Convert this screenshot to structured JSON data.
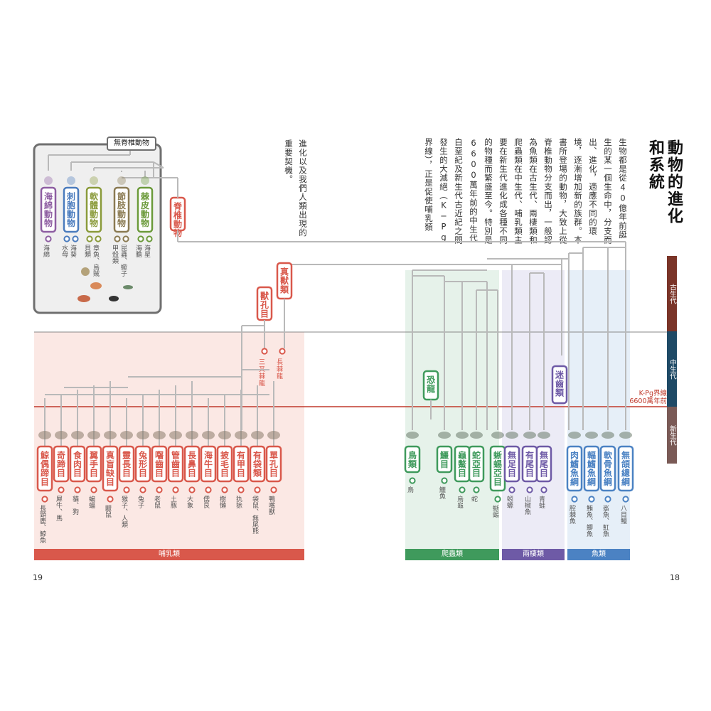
{
  "title": "動物的進化和系統",
  "intro": "生物都是從40億年前誕生的某一個生命中，分支而出、進化，適應不同的環境，逐漸增加新的族群。本書所登場的動物，大致上從脊椎動物分支而出，一般認為魚類在古生代、兩棲類和爬蟲類在中生代、哺乳類主要在新生代進化成各種不同的物種而繁盛至今。特別是6600萬年前的中生代白堊紀及新生代古近紀之間發生的大滅絕（K−Pg界線），正是促使哺乳類",
  "intro_end": "進化以及我們人類出現的重要契機。",
  "invertebrates": {
    "header": "無脊椎動物",
    "groups": [
      {
        "label": "海綿動物",
        "examples": [
          "海綿"
        ],
        "color": "#8e5ea2"
      },
      {
        "label": "刺胞動物",
        "examples": [
          "水母",
          "海葵"
        ],
        "color": "#4a7bbd"
      },
      {
        "label": "軟體動物",
        "examples": [
          "貝類",
          "章魚、烏賊"
        ],
        "color": "#8a9a3a"
      },
      {
        "label": "節肢動物",
        "examples": [
          "甲殼類",
          "昆蟲、蠍子"
        ],
        "color": "#8a7a52"
      },
      {
        "label": "棘皮動物",
        "examples": [
          "海膽",
          "海星"
        ],
        "color": "#6b9a3a"
      }
    ]
  },
  "vertebrates_label": "脊椎動物",
  "eras": {
    "paleozoic": {
      "label": "古生代",
      "color": "#7a3428"
    },
    "mesozoic": {
      "label": "中生代",
      "color": "#1f4a66"
    },
    "cenozoic": {
      "label": "新生代",
      "color": "#7a5a56"
    }
  },
  "kpg": {
    "label": "K-Pg界線",
    "sub": "6600萬年前",
    "color": "#c0392b"
  },
  "nodes": {
    "theropsida": "真獸類",
    "mammals_order": "獸孔目",
    "three_cone": "三叉棘龍",
    "long_spine": "長棘龍",
    "dinosaur": "恐龍",
    "amphibian_stem": "迷齒類"
  },
  "mammals": [
    {
      "label": "鯨偶蹄目",
      "ex": "長頸鹿、鯨魚"
    },
    {
      "label": "奇蹄目",
      "ex": "犀牛、馬"
    },
    {
      "label": "食肉目",
      "ex": "貓、狗"
    },
    {
      "label": "翼手目",
      "ex": "蝙蝠"
    },
    {
      "label": "真盲缺目",
      "ex": "鼴鼠"
    },
    {
      "label": "靈長目",
      "ex": "猴子、人類"
    },
    {
      "label": "兔形目",
      "ex": "兔子"
    },
    {
      "label": "囓齒目",
      "ex": "老鼠"
    },
    {
      "label": "管齒目",
      "ex": "土豚"
    },
    {
      "label": "長鼻目",
      "ex": "大象"
    },
    {
      "label": "海牛目",
      "ex": "儒艮"
    },
    {
      "label": "披毛目",
      "ex": "樹懶"
    },
    {
      "label": "有甲目",
      "ex": "犰狳"
    },
    {
      "label": "有袋類",
      "ex": "袋鼠、無尾熊"
    },
    {
      "label": "單孔目",
      "ex": "鴨嘴獸"
    }
  ],
  "reptiles": [
    {
      "label": "鳥類",
      "ex": "鳥"
    },
    {
      "label": "鱷目",
      "ex": "鱷魚"
    },
    {
      "label": "龜鱉目",
      "ex": "烏龜"
    },
    {
      "label": "蛇亞目",
      "ex": "蛇"
    },
    {
      "label": "蜥蜴亞目",
      "ex": "蜥蜴"
    }
  ],
  "amphibians": [
    {
      "label": "無足目",
      "ex": "蚓螈"
    },
    {
      "label": "有尾目",
      "ex": "山椒魚"
    },
    {
      "label": "無尾目",
      "ex": "青蛙"
    }
  ],
  "fish": [
    {
      "label": "肉鰭魚綱",
      "ex": "腔棘魚"
    },
    {
      "label": "輻鰭魚綱",
      "ex": "鮪魚、鯽魚"
    },
    {
      "label": "軟骨魚綱",
      "ex": "鯊魚、魟魚"
    },
    {
      "label": "無頜總綱",
      "ex": "八目鰻"
    }
  ],
  "bands": {
    "mammals": "哺乳類",
    "reptiles": "爬蟲類",
    "amphibians": "兩棲類",
    "fish": "魚類"
  },
  "colors": {
    "mammal": "#d9584b",
    "reptile": "#3f9a5c",
    "amphibian": "#6e5aa6",
    "fish": "#4b82c3",
    "line": "#b9b9b9"
  },
  "pages": {
    "left": "19",
    "right": "18"
  }
}
